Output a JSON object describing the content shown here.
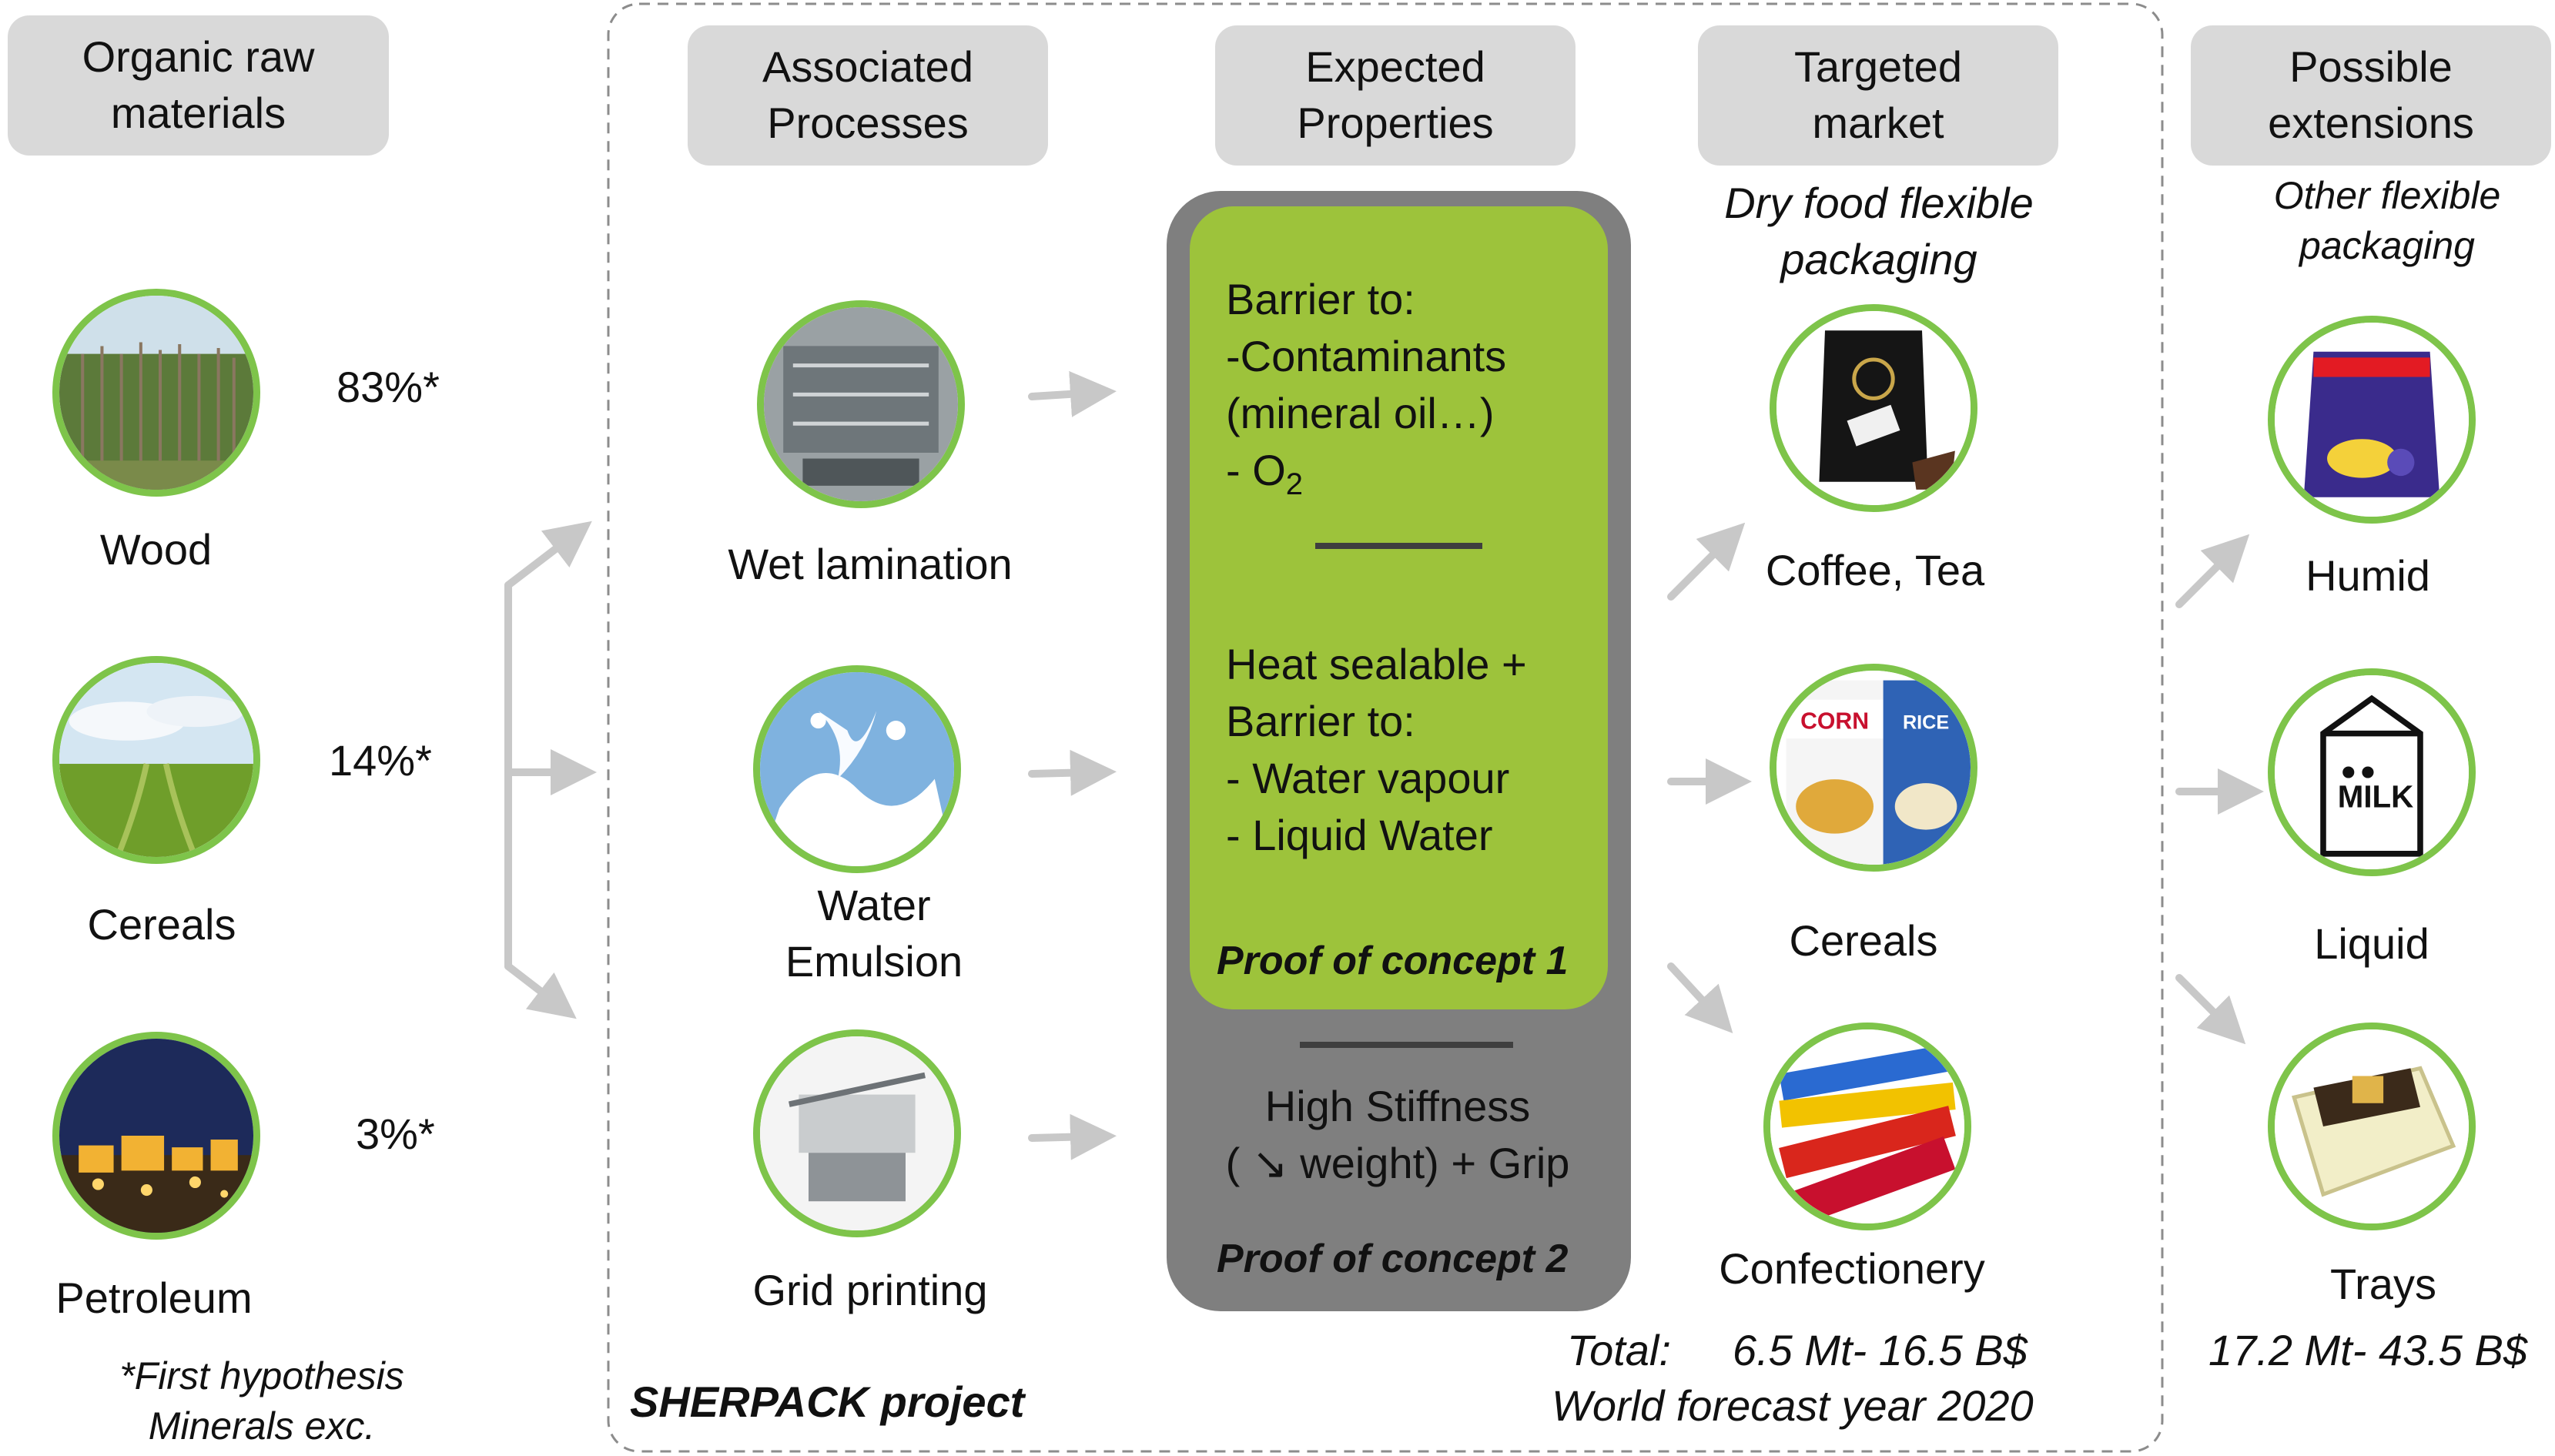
{
  "headers": {
    "raw": [
      "Organic raw",
      "materials"
    ],
    "processes": [
      "Associated",
      "Processes"
    ],
    "properties": [
      "Expected",
      "Properties"
    ],
    "market": [
      "Targeted",
      "market"
    ],
    "extensions": [
      "Possible",
      "extensions"
    ]
  },
  "raw_materials": [
    {
      "label": "Wood",
      "share": "83%*"
    },
    {
      "label": "Cereals",
      "share": "14%*"
    },
    {
      "label": "Petroleum",
      "share": "3%*"
    }
  ],
  "raw_note": [
    "*First hypothesis",
    "Minerals exc."
  ],
  "processes": {
    "wet": "Wet lamination",
    "emulsion": [
      "Water",
      "Emulsion"
    ],
    "grid": "Grid printing"
  },
  "project_label": "SHERPACK project",
  "properties": {
    "group1": [
      "Barrier to:",
      "-Contaminants",
      "(mineral oil…)",
      "- O"
    ],
    "o2_sub": "2",
    "group2": [
      "Heat sealable +",
      "Barrier to:",
      "- Water vapour",
      "- Liquid Water"
    ],
    "poc1": "Proof of concept 1",
    "group3": [
      "High Stiffness",
      "( ↘ weight) + Grip"
    ],
    "poc2": "Proof of concept 2"
  },
  "market": {
    "subtitle": [
      "Dry food flexible",
      "packaging"
    ],
    "items": [
      "Coffee, Tea",
      "Cereals",
      "Confectionery"
    ],
    "total_label": "Total:",
    "total_value": "6.5 Mt- 16.5 B$",
    "forecast": "World forecast year 2020"
  },
  "extensions": {
    "subtitle": [
      "Other flexible",
      "packaging"
    ],
    "items": [
      "Humid",
      "Liquid",
      "Trays"
    ],
    "total": "17.2 Mt- 43.5 B$"
  },
  "colors": {
    "circle_border": "#7ec44a",
    "header_bg": "#d9d9d9",
    "green_box": "#9dc33b",
    "grey_box": "#7f7f7f",
    "arrow": "#c8c8c8"
  }
}
